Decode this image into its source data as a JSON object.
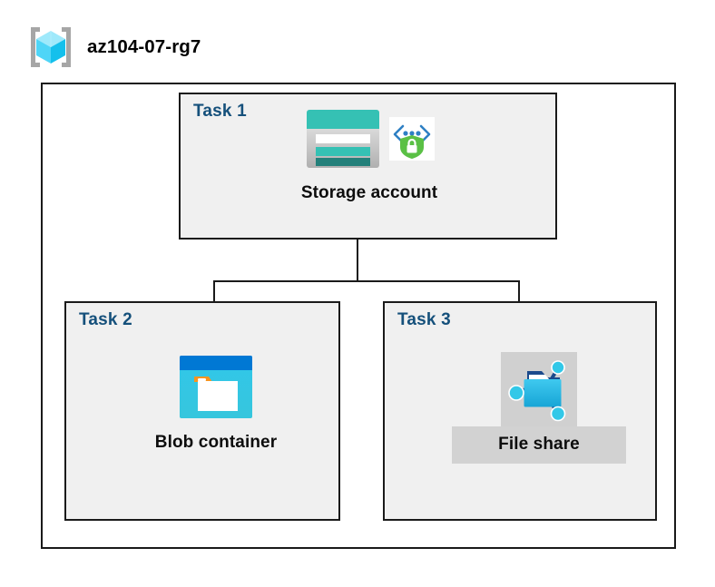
{
  "header": {
    "icon": "resource-group-icon",
    "title": "az104-07-rg7"
  },
  "frame": {
    "name": "resource-group-boundary"
  },
  "tasks": [
    {
      "id": "task-1",
      "label": "Task 1",
      "node": {
        "caption": "Storage account",
        "icons": [
          "storage-account-icon",
          "secure-endpoint-shield-icon"
        ],
        "highlighted": false
      }
    },
    {
      "id": "task-2",
      "label": "Task 2",
      "node": {
        "caption": "Blob container",
        "icons": [
          "blob-container-icon"
        ],
        "highlighted": false
      }
    },
    {
      "id": "task-3",
      "label": "Task 3",
      "node": {
        "caption": "File share",
        "icons": [
          "file-share-icon"
        ],
        "highlighted": true
      }
    }
  ],
  "connections": [
    {
      "from": "Storage account",
      "to": "Blob container"
    },
    {
      "from": "Storage account",
      "to": "File share"
    }
  ],
  "colors": {
    "task_label": "#15507b",
    "task_box_fill": "#f0f0f0",
    "border": "#1a1a1a",
    "storage_teal": "#35c1b4",
    "storage_teal_dark": "#2a7f7a",
    "blob_blue": "#0078d4",
    "blob_cyan": "#32c8e8",
    "blob_orange": "#f7941e",
    "fileshare_cyan": "#32c8e8",
    "fileshare_blue": "#1b4a8c",
    "shield_green": "#5ac045",
    "selection_gray": "#d0d0d0",
    "canvas": "#ffffff"
  }
}
